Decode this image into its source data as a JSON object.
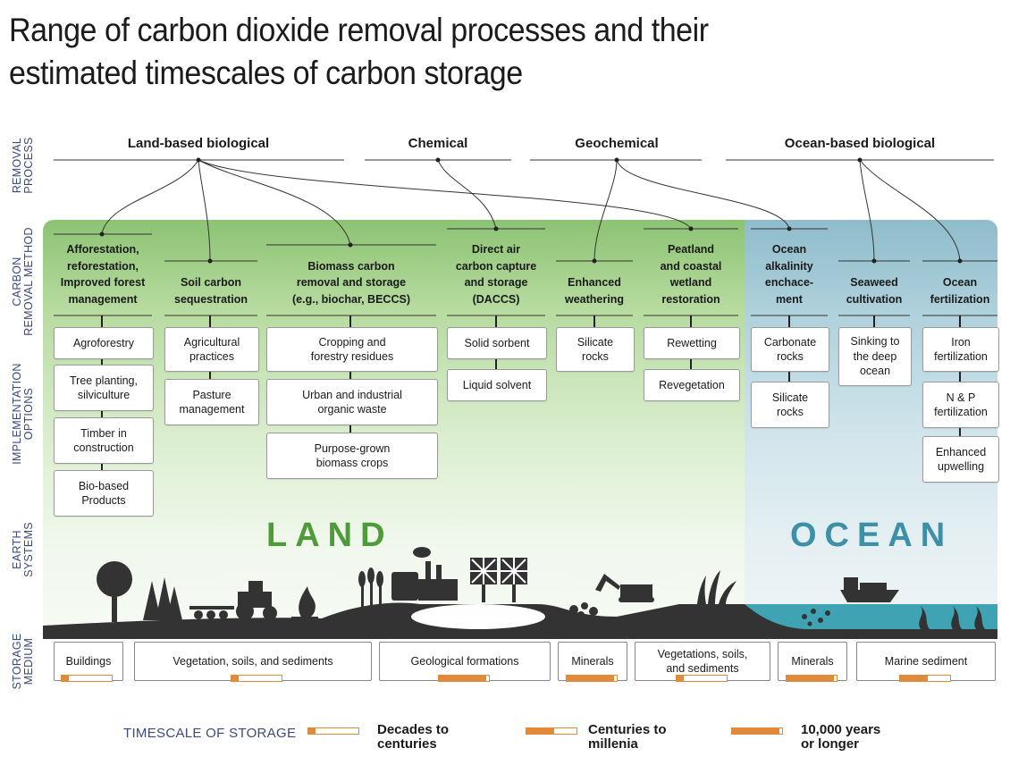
{
  "title": "Range of carbon dioxide removal processes and their estimated timescales of carbon storage",
  "row_labels": {
    "removal_process": "REMOVAL\nPROCESS",
    "carbon_removal_method": "CARBON\nREMOVAL METHOD",
    "implementation_options": "IMPLEMENTATION\nOPTIONS",
    "earth_systems": "EARTH\nSYSTEMS",
    "storage_medium": "STORAGE\nMEDIUM"
  },
  "processes": [
    "Land-based biological",
    "Chemical",
    "Geochemical",
    "Ocean-based biological"
  ],
  "methods": [
    "Afforestation,\nreforestation,\nImproved forest\nmanagement",
    "Soil carbon\nsequestration",
    "Biomass carbon\nremoval and storage\n(e.g., biochar, BECCS)",
    "Direct air\ncarbon capture\nand storage\n(DACCS)",
    "Enhanced\nweathering",
    "Peatland\nand coastal\nwetland\nrestoration",
    "Ocean\nalkalinity\nenchace-\nment",
    "Seaweed\ncultivation",
    "Ocean\nfertilization"
  ],
  "options": [
    [
      "Agroforestry",
      "Tree planting,\nsilviculture",
      "Timber in\nconstruction",
      "Bio-based\nProducts"
    ],
    [
      "Agricultural\npractices",
      "Pasture\nmanagement"
    ],
    [
      "Cropping and\nforestry residues",
      "Urban and industrial\norganic waste",
      "Purpose-grown\nbiomass crops"
    ],
    [
      "Solid sorbent",
      "Liquid solvent"
    ],
    [
      "Silicate\nrocks"
    ],
    [
      "Rewetting",
      "Revegetation"
    ],
    [
      "Carbonate\nrocks",
      "Silicate\nrocks"
    ],
    [
      "Sinking to\nthe deep\nocean"
    ],
    [
      "Iron\nfertilization",
      "N & P\nfertilization",
      "Enhanced\nupwelling"
    ]
  ],
  "earth_systems": {
    "land": "LAND",
    "ocean": "OCEAN"
  },
  "storage_media": [
    {
      "label": "Buildings",
      "timescale": 0.15
    },
    {
      "label": "Vegetation, soils, and sediments",
      "timescale": 0.15
    },
    {
      "label": "Geological formations",
      "timescale": 0.95
    },
    {
      "label": "Minerals",
      "timescale": 0.95
    },
    {
      "label": "Vegetations, soils,\nand sediments",
      "timescale": 0.15
    },
    {
      "label": "Minerals",
      "timescale": 0.95
    },
    {
      "label": "Marine sediment",
      "timescale": 0.55
    }
  ],
  "legend": {
    "title": "TIMESCALE OF STORAGE",
    "items": [
      {
        "label": "Decades to\ncenturies",
        "level": 0.15
      },
      {
        "label": "Centuries to\nmillenia",
        "level": 0.55
      },
      {
        "label": "10,000 years\nor longer",
        "level": 0.95
      }
    ]
  },
  "colors": {
    "land": "#8cc373",
    "ocean": "#8fbccb",
    "accent": "#e08a3c",
    "ground": "#333333",
    "water": "#3fa3b3",
    "label": "#3b4a7a"
  }
}
